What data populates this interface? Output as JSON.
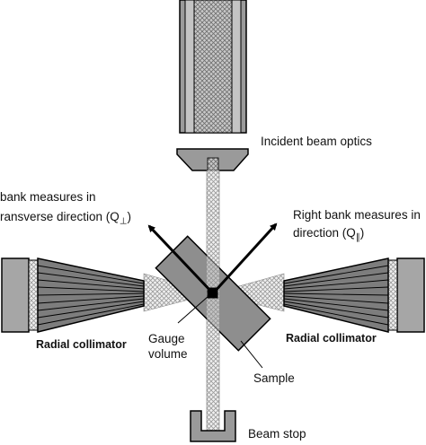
{
  "labels": {
    "incident_beam_optics": "Incident beam optics",
    "left_bank_line1": "bank measures in",
    "left_bank_line2": "ransverse direction (Q",
    "left_bank_sub": "⊥",
    "left_bank_close": ")",
    "right_bank_line1": "Right bank measures in",
    "right_bank_line2": "direction (Q",
    "right_bank_sub": "∥",
    "right_bank_close": ")",
    "left_collimator": "Radial collimator",
    "right_collimator": "Radial collimator",
    "gauge_line1": "Gauge",
    "gauge_line2": "volume",
    "sample": "Sample",
    "beam_stop": "Beam stop"
  },
  "colors": {
    "beam_hatch": "#b8b8b8",
    "collimator_fill": "#808080",
    "detector_fill": "#a6a6a6",
    "sample_fill": "#8e8e8e",
    "outline": "#000000"
  }
}
